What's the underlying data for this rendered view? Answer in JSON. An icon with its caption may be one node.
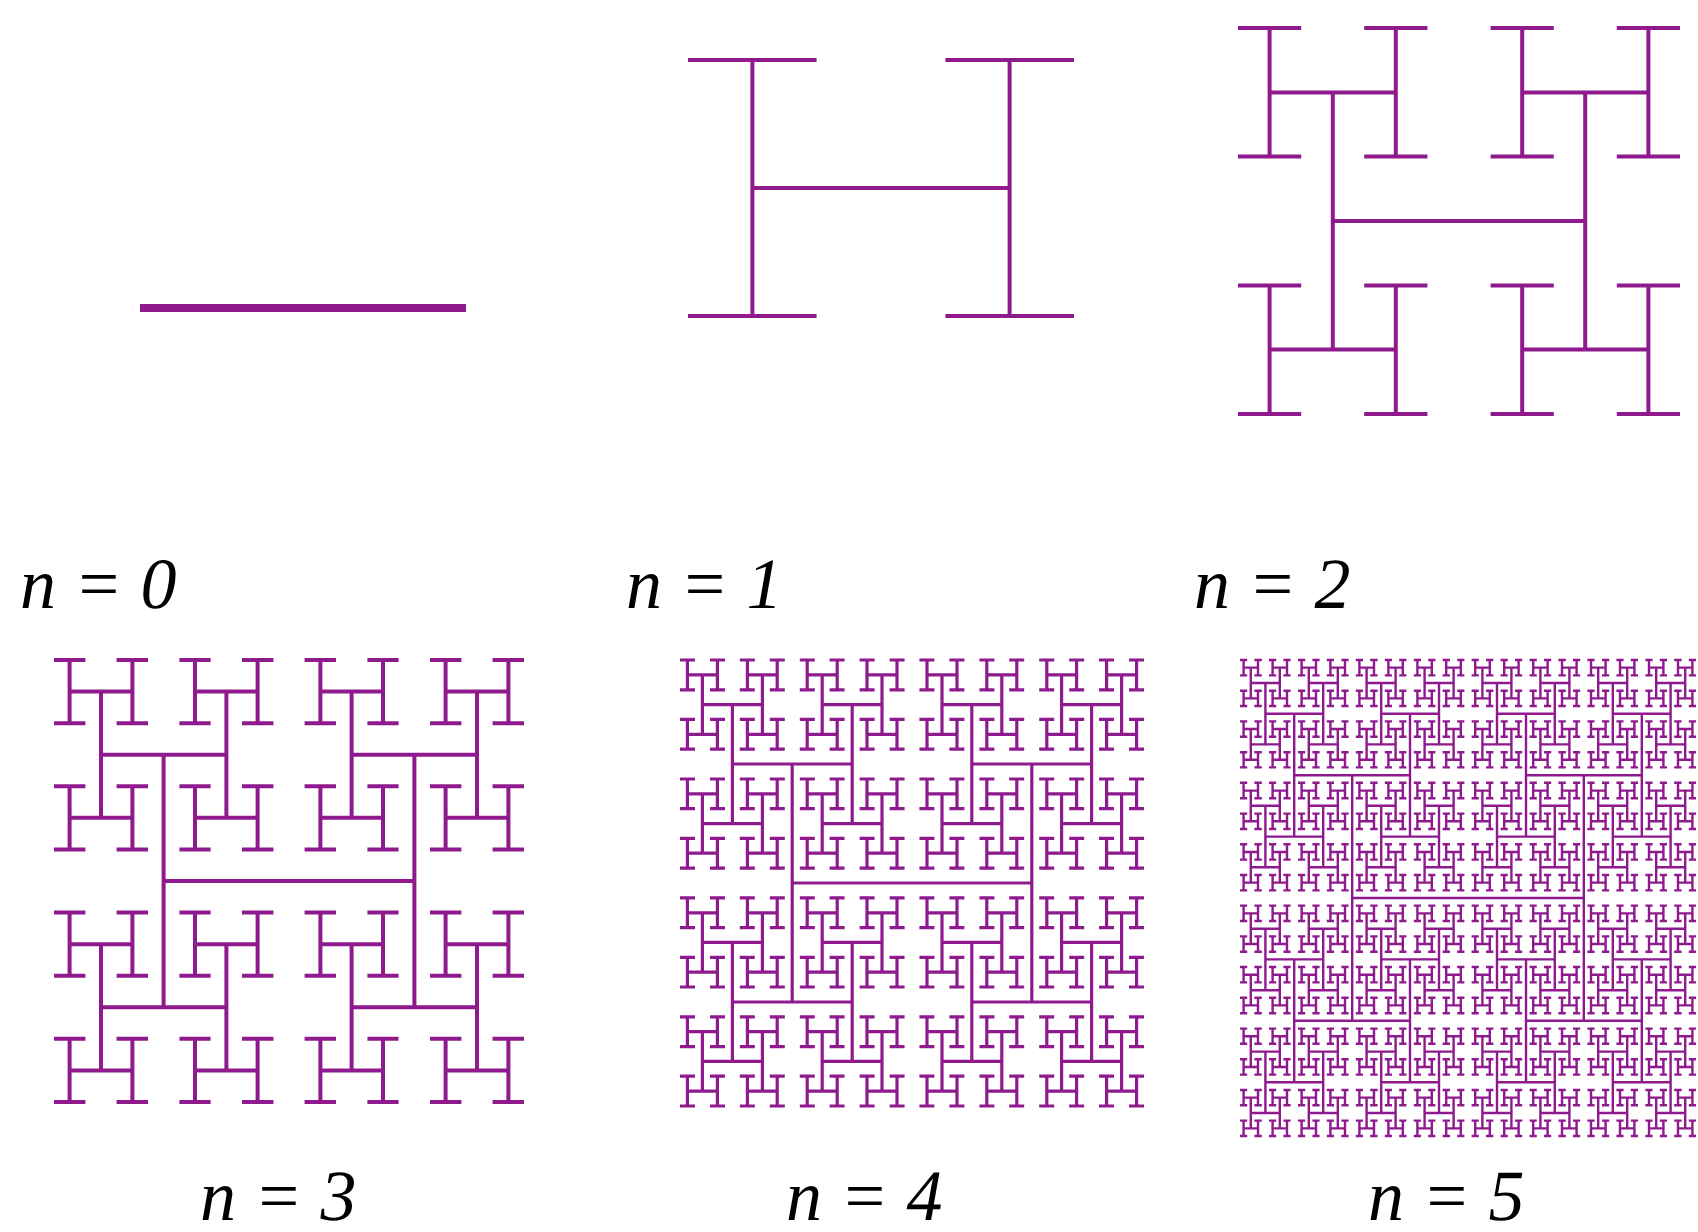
{
  "diagram": {
    "labels": [
      "n = 0",
      "n = 1",
      "n = 2",
      "n = 3",
      "n = 4",
      "n = 5"
    ]
  }
}
